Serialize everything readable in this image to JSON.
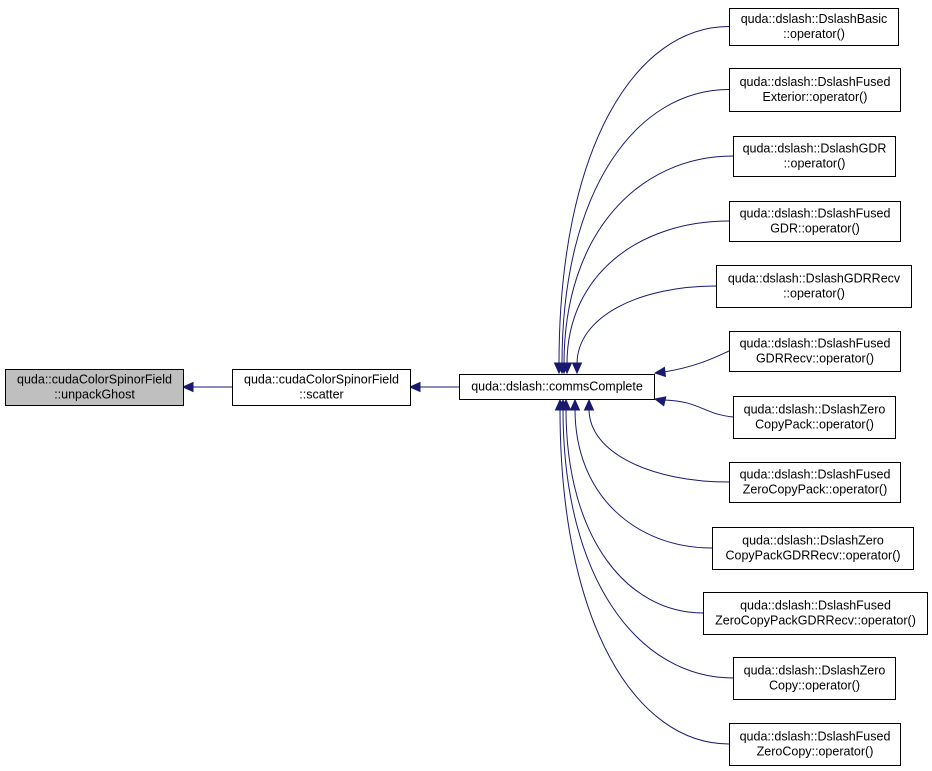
{
  "diagram": {
    "nodes": [
      {
        "id": "unpackGhost",
        "lines": [
          "quda::cudaColorSpinorField",
          "::unpackGhost"
        ],
        "highlighted": true
      },
      {
        "id": "scatter",
        "lines": [
          "quda::cudaColorSpinorField",
          "::scatter"
        ]
      },
      {
        "id": "commsComplete",
        "lines": [
          "quda::dslash::commsComplete"
        ]
      },
      {
        "id": "n1",
        "lines": [
          "quda::dslash::DslashBasic",
          "::operator()"
        ]
      },
      {
        "id": "n2",
        "lines": [
          "quda::dslash::DslashFused",
          "Exterior::operator()"
        ]
      },
      {
        "id": "n3",
        "lines": [
          "quda::dslash::DslashGDR",
          "::operator()"
        ]
      },
      {
        "id": "n4",
        "lines": [
          "quda::dslash::DslashFused",
          "GDR::operator()"
        ]
      },
      {
        "id": "n5",
        "lines": [
          "quda::dslash::DslashGDRRecv",
          "::operator()"
        ]
      },
      {
        "id": "n6",
        "lines": [
          "quda::dslash::DslashFused",
          "GDRRecv::operator()"
        ]
      },
      {
        "id": "n7",
        "lines": [
          "quda::dslash::DslashZero",
          "CopyPack::operator()"
        ]
      },
      {
        "id": "n8",
        "lines": [
          "quda::dslash::DslashFused",
          "ZeroCopyPack::operator()"
        ]
      },
      {
        "id": "n9",
        "lines": [
          "quda::dslash::DslashZero",
          "CopyPackGDRRecv::operator()"
        ]
      },
      {
        "id": "n10",
        "lines": [
          "quda::dslash::DslashFused",
          "ZeroCopyPackGDRRecv::operator()"
        ]
      },
      {
        "id": "n11",
        "lines": [
          "quda::dslash::DslashZero",
          "Copy::operator()"
        ]
      },
      {
        "id": "n12",
        "lines": [
          "quda::dslash::DslashFused",
          "ZeroCopy::operator()"
        ]
      }
    ],
    "edges": [
      {
        "from": "scatter",
        "to": "unpackGhost"
      },
      {
        "from": "commsComplete",
        "to": "scatter"
      },
      {
        "from": "n1",
        "to": "commsComplete"
      },
      {
        "from": "n2",
        "to": "commsComplete"
      },
      {
        "from": "n3",
        "to": "commsComplete"
      },
      {
        "from": "n4",
        "to": "commsComplete"
      },
      {
        "from": "n5",
        "to": "commsComplete"
      },
      {
        "from": "n6",
        "to": "commsComplete"
      },
      {
        "from": "n7",
        "to": "commsComplete"
      },
      {
        "from": "n8",
        "to": "commsComplete"
      },
      {
        "from": "n9",
        "to": "commsComplete"
      },
      {
        "from": "n10",
        "to": "commsComplete"
      },
      {
        "from": "n11",
        "to": "commsComplete"
      },
      {
        "from": "n12",
        "to": "commsComplete"
      }
    ],
    "colors": {
      "edge": "#191970",
      "highlight_fill": "#bfbfbf",
      "box_stroke": "#000000"
    }
  }
}
